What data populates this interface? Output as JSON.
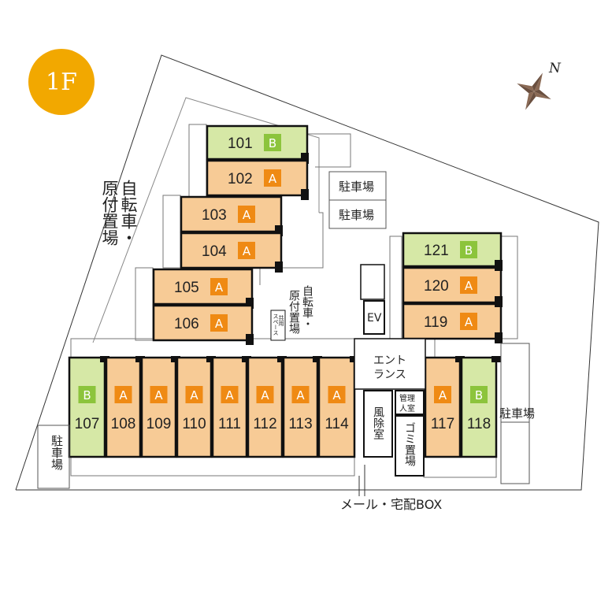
{
  "floor_label": "1F",
  "compass_label": "N",
  "colors": {
    "type_a": "#f7cb96",
    "type_b": "#d6e8a6",
    "badge_a": "#ef8a14",
    "badge_b": "#8cc43c",
    "floor_badge": "#f2a800",
    "wall": "#111111"
  },
  "units": [
    {
      "number": "101",
      "type": "B"
    },
    {
      "number": "102",
      "type": "A"
    },
    {
      "number": "103",
      "type": "A"
    },
    {
      "number": "104",
      "type": "A"
    },
    {
      "number": "105",
      "type": "A"
    },
    {
      "number": "106",
      "type": "A"
    },
    {
      "number": "107",
      "type": "B"
    },
    {
      "number": "108",
      "type": "A"
    },
    {
      "number": "109",
      "type": "A"
    },
    {
      "number": "110",
      "type": "A"
    },
    {
      "number": "111",
      "type": "A"
    },
    {
      "number": "112",
      "type": "A"
    },
    {
      "number": "113",
      "type": "A"
    },
    {
      "number": "114",
      "type": "A"
    },
    {
      "number": "117",
      "type": "A"
    },
    {
      "number": "118",
      "type": "B"
    },
    {
      "number": "119",
      "type": "A"
    },
    {
      "number": "120",
      "type": "A"
    },
    {
      "number": "121",
      "type": "B"
    }
  ],
  "labels": {
    "bicycle_parking_west": [
      "自転車・",
      "原付置場"
    ],
    "bicycle_parking_center": [
      "自転車・",
      "原付置場"
    ],
    "parking_top_1": "駐車場",
    "parking_top_2": "駐車場",
    "parking_east": "駐車場",
    "parking_west": "駐車場",
    "ev": "EV",
    "entrance": [
      "エント",
      "ランス"
    ],
    "windbreak_room": "風除室",
    "management_room": [
      "管理",
      "人室"
    ],
    "garbage": "ゴミ置場",
    "mail_box": "メール・宅配BOX",
    "small_space": [
      "共用",
      "スペース"
    ]
  }
}
